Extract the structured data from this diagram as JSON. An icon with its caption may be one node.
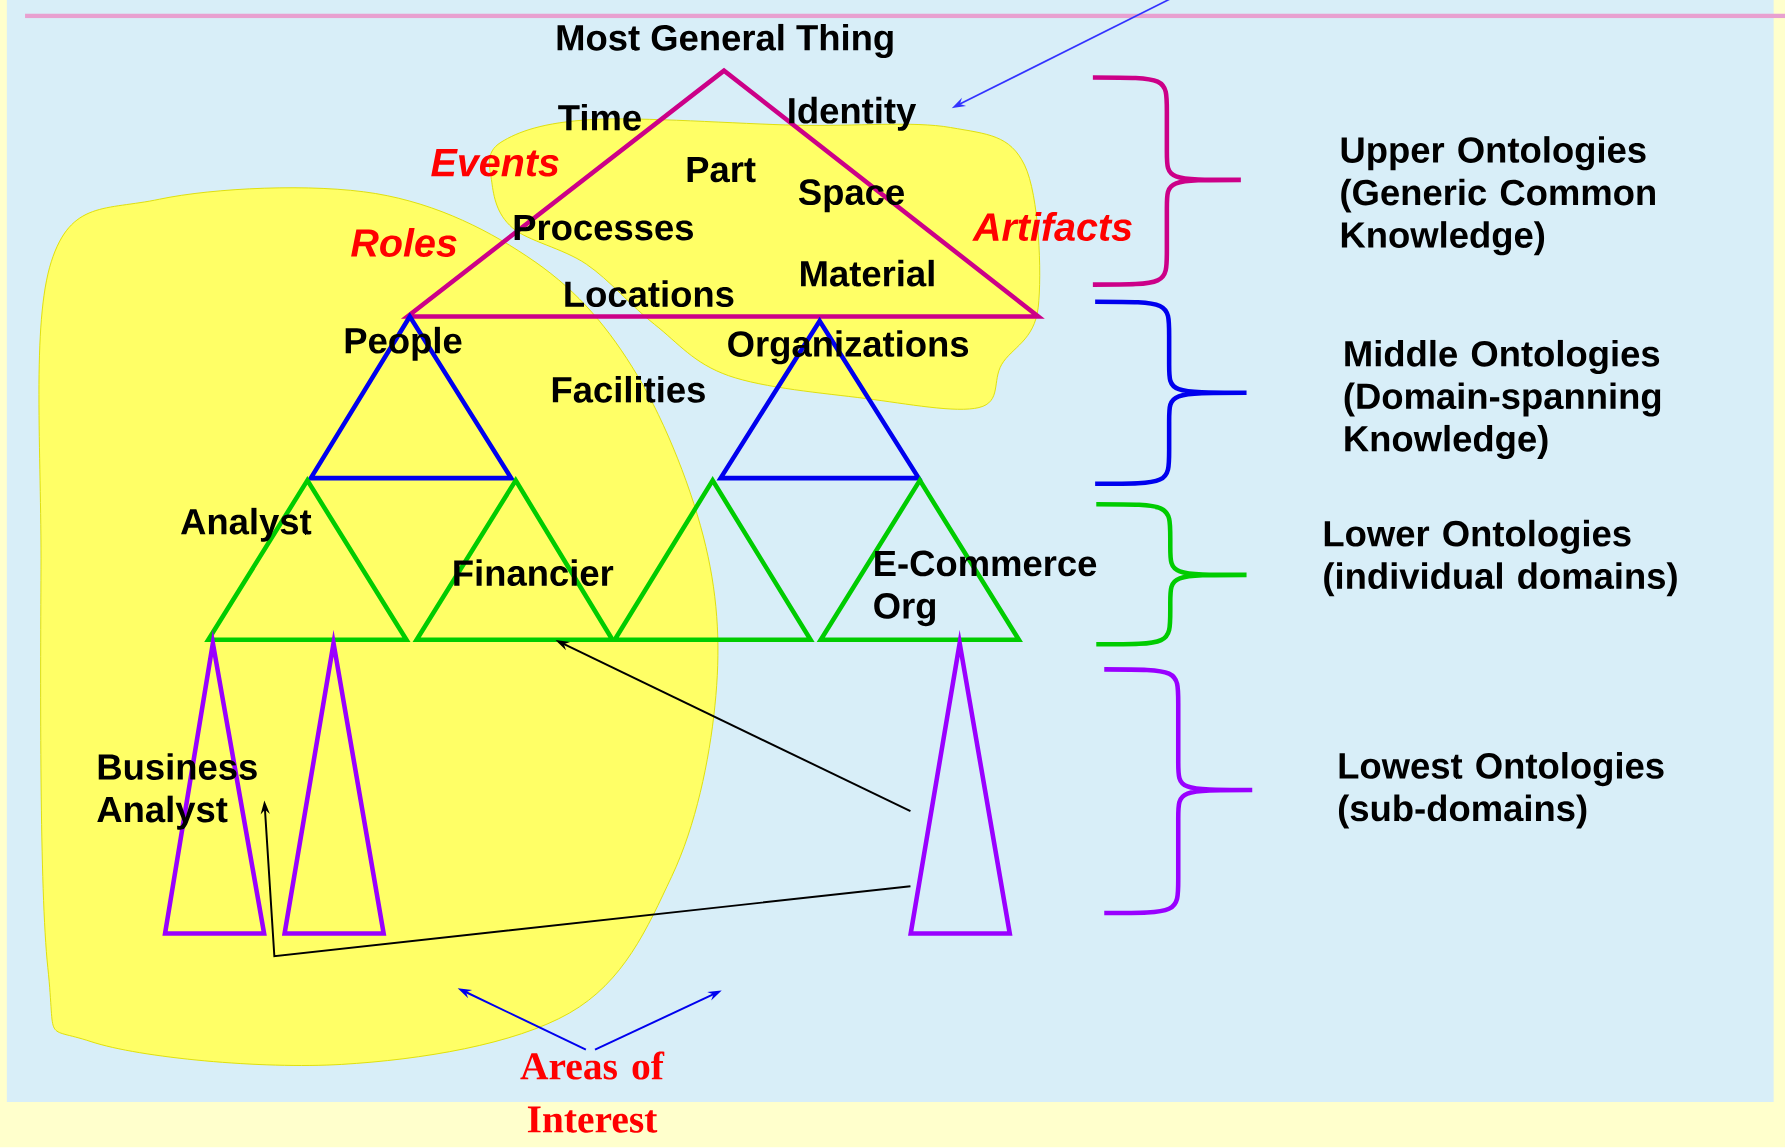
{
  "diagram": {
    "nodes": [
      {
        "text": [
          "Most General Thing",
          "Time",
          "Identity",
          "Part",
          "Space",
          "Processes",
          "Locations",
          "Material"
        ],
        "beside": [
          "Events",
          "Roles",
          "Artifacts"
        ]
      },
      {
        "text": [
          "People"
        ]
      },
      {
        "text": [
          "Organizations"
        ]
      },
      {
        "text": [
          "Analyst"
        ]
      },
      {
        "text": [
          "Financier"
        ]
      },
      {
        "text": [],
        "shape": "triangle"
      },
      {
        "text": [
          "E-Commerce Org"
        ]
      },
      {
        "text": [
          "Business Analyst"
        ]
      },
      {
        "text": [],
        "shape": "triangle"
      },
      {
        "text": [],
        "shape": "triangle"
      },
      {
        "text": [
          "Areas of Interest"
        ]
      }
    ],
    "edges": [
      {
        "from": 9,
        "to": 4,
        "arrow": "to",
        "color": "#000000"
      },
      {
        "from": 9,
        "to": 7,
        "arrow": "to",
        "color": "#000000"
      },
      {
        "from": 10,
        "to": null,
        "arrow": "to",
        "color": "#0000ee"
      },
      {
        "from": 10,
        "to": null,
        "arrow": "to",
        "color": "#0000ee"
      }
    ],
    "labels": [
      "Facilities",
      "Upper Ontologies (Generic Common Knowledge)",
      "Middle Ontologies (Domain-spanning Knowledge)",
      "Lower Ontologies (individual domains)",
      "Lowest Ontologies (sub-domains)"
    ]
  }
}
